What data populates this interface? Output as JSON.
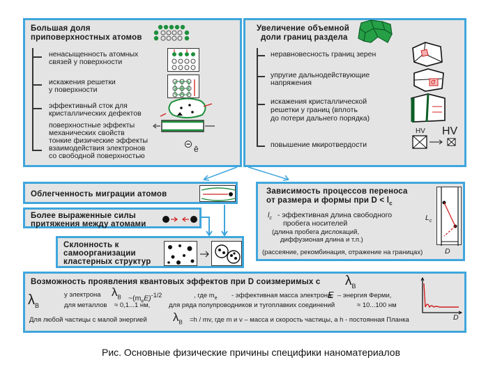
{
  "top_left": {
    "title_lines": [
      "Большая доля",
      "приповерхностных атомов"
    ],
    "items": [
      [
        "ненасыщенность атомных",
        "связей у поверхности"
      ],
      [
        "искажения решетки",
        "у поверхности"
      ],
      [
        "эффективный сток для",
        "кристаллических дефектов"
      ],
      [
        "поверхностные эффекты",
        "механических свойств",
        "тонкие физические эффекты",
        "взаимодействия электронов",
        "со свободной поверхностью"
      ]
    ],
    "electron_label": "ē"
  },
  "top_right": {
    "title_lines": [
      "Увеличение объемной",
      "доли границ раздела"
    ],
    "items": [
      [
        "неравновесность границ зерен"
      ],
      [
        "упругие дальнодействующие",
        "напряжения"
      ],
      [
        "искажения кристаллической",
        "решетки у границ (вплоть",
        "до потери дальнего порядка)"
      ],
      [
        "повышение мкиротвердости"
      ]
    ],
    "hv_small": "HV",
    "hv_large": "HV",
    "sigma": "σ"
  },
  "migration": {
    "label": "Облегченность миграции атомов"
  },
  "forces": {
    "lines": [
      "Более выраженные силы",
      "притяжения между атомами"
    ]
  },
  "self_org": {
    "lines": [
      "Склонность к",
      "самоорганизации",
      "кластерных структур"
    ]
  },
  "transport": {
    "title_lines": [
      "Зависимость процессов переноса",
      "от размера и формы при D < l"
    ],
    "title_sub": "c",
    "def_lines": [
      "l",
      "- эффективная длина свободного",
      "пробега носителей",
      "(длина пробега дислокаций,",
      "диффузионая длина и т.п.)",
      "(рассеяние, рекомбинация, отражение на границах)"
    ],
    "def_sub": "c",
    "lc_label": "L",
    "lc_sub": "c",
    "d_label": "D"
  },
  "quantum": {
    "title": "Возможность проявления квантовых эффектов при D соизмеримых с",
    "lambda": "λ",
    "lambda_sub": "B",
    "line1_a": "у электрона",
    "line1_b": "~(m",
    "line1_b_sub": "e",
    "line1_c": "E)",
    "line1_exp": "-1/2",
    "line1_d": ", где m",
    "line1_d_sub": "e",
    "line1_e": "- эффективная масса электрона,",
    "line1_f": "E",
    "line1_g": "– энергия Ферми,",
    "line2_a": "для металлов",
    "line2_b": "≈ 0,1...1 нм,",
    "line2_c": "для ряда полупроводников и тугоплавких соединений",
    "line2_d": "≈ 10...100 нм",
    "line3_a": "Для любой частицы с малой энергией",
    "line3_b": "=h / mv, где m и v – масса и скорость частицы, а h - постоянная Планка",
    "graph_x_label": "D"
  },
  "caption": "Рис.   Основные физические причины специфики наноматериалов",
  "colors": {
    "frame": "#3fa6dc",
    "panel": "#e4e4e4",
    "accent_green": "#1e8f3c",
    "accent_red": "#d12020"
  }
}
